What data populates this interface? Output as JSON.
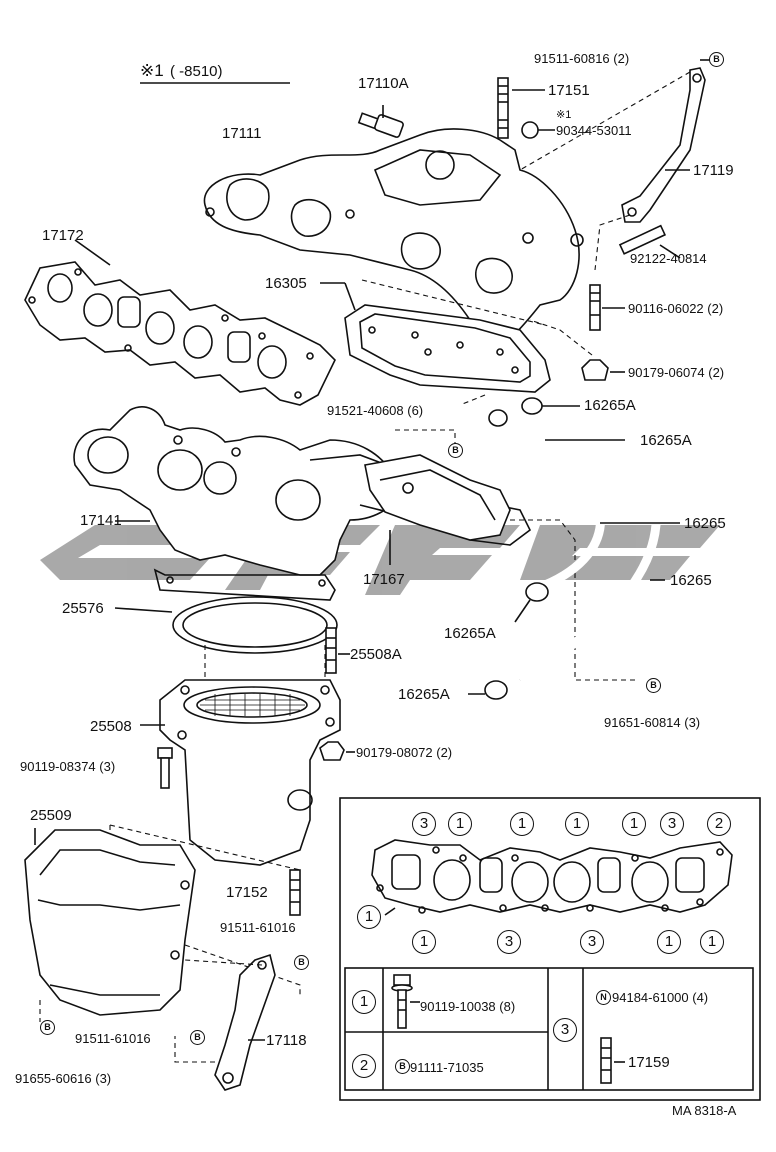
{
  "header": {
    "note_mark": "※1",
    "note_range": "(       -8510)"
  },
  "watermark": {
    "color": "#9a9a9a"
  },
  "drawing_code": "MA 8318-A",
  "parts": [
    {
      "id": "p1",
      "text": "91511-60816 (2)"
    },
    {
      "id": "p2",
      "text": "17110A"
    },
    {
      "id": "p3",
      "text": "17151"
    },
    {
      "id": "p4",
      "text": "※1"
    },
    {
      "id": "p5",
      "text": "90344-53011"
    },
    {
      "id": "p6",
      "text": "17111"
    },
    {
      "id": "p7",
      "text": "17119"
    },
    {
      "id": "p8",
      "text": "17172"
    },
    {
      "id": "p9",
      "text": "92122-40814"
    },
    {
      "id": "p10",
      "text": "16305"
    },
    {
      "id": "p11",
      "text": "90116-06022 (2)"
    },
    {
      "id": "p12",
      "text": "90179-06074 (2)"
    },
    {
      "id": "p13",
      "text": "91521-40608 (6)"
    },
    {
      "id": "p14",
      "text": "16265A"
    },
    {
      "id": "p15",
      "text": "16265A"
    },
    {
      "id": "p16",
      "text": "17141"
    },
    {
      "id": "p17",
      "text": "16265"
    },
    {
      "id": "p18",
      "text": "17167"
    },
    {
      "id": "p19",
      "text": "16265"
    },
    {
      "id": "p20",
      "text": "25576"
    },
    {
      "id": "p21",
      "text": "16265A"
    },
    {
      "id": "p22",
      "text": "25508A"
    },
    {
      "id": "p23",
      "text": "16265A"
    },
    {
      "id": "p24",
      "text": "91651-60814 (3)"
    },
    {
      "id": "p25",
      "text": "25508"
    },
    {
      "id": "p26",
      "text": "90119-08374 (3)"
    },
    {
      "id": "p27",
      "text": "90179-08072 (2)"
    },
    {
      "id": "p28",
      "text": "25509"
    },
    {
      "id": "p29",
      "text": "17152"
    },
    {
      "id": "p30",
      "text": "91511-61016"
    },
    {
      "id": "p31",
      "text": "91511-61016"
    },
    {
      "id": "p32",
      "text": "17118"
    },
    {
      "id": "p33",
      "text": "91655-60616 (3)"
    }
  ],
  "ref_marks": {
    "b": "B",
    "n": "N"
  },
  "gasket_numbers": [
    "3",
    "1",
    "1",
    "1",
    "1",
    "3",
    "2",
    "1",
    "1",
    "3",
    "3",
    "1",
    "1"
  ],
  "legend": {
    "keys": [
      "1",
      "2",
      "3"
    ],
    "row1": "90119-10038 (8)",
    "row2": "91111-71035",
    "row3a": "94184-61000 (4)",
    "row3b": "17159"
  }
}
